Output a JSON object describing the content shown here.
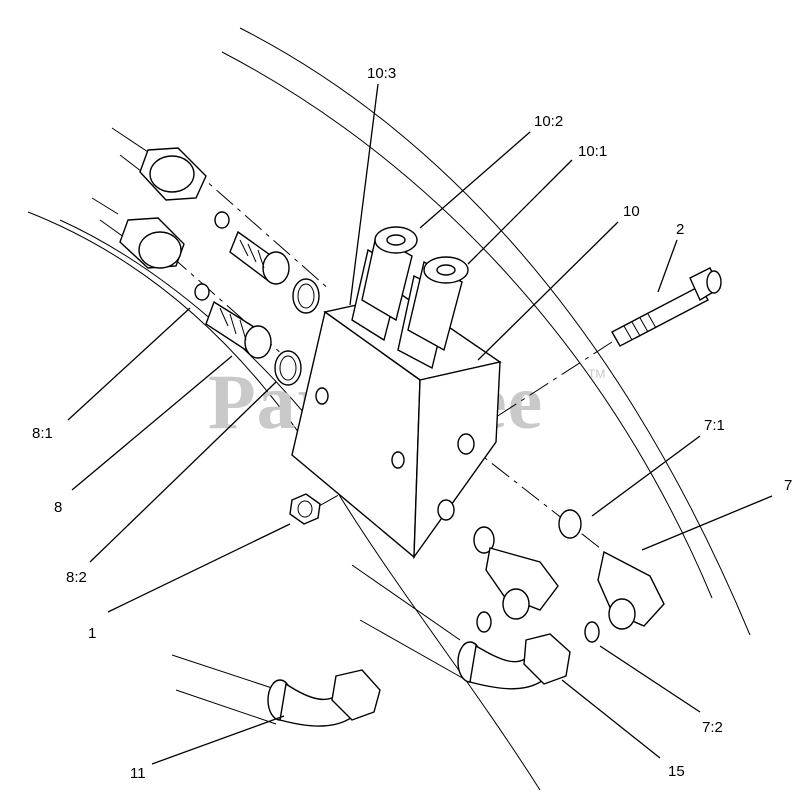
{
  "watermark": {
    "text": "PartsTree",
    "trademark": "TM"
  },
  "callouts": [
    {
      "id": "10-3",
      "label": "10:3"
    },
    {
      "id": "10-2",
      "label": "10:2"
    },
    {
      "id": "10-1",
      "label": "10:1"
    },
    {
      "id": "10",
      "label": "10"
    },
    {
      "id": "2",
      "label": "2"
    },
    {
      "id": "8-1",
      "label": "8:1"
    },
    {
      "id": "8",
      "label": "8"
    },
    {
      "id": "8-2",
      "label": "8:2"
    },
    {
      "id": "1",
      "label": "1"
    },
    {
      "id": "7-1",
      "label": "7:1"
    },
    {
      "id": "7",
      "label": "7"
    },
    {
      "id": "7-2",
      "label": "7:2"
    },
    {
      "id": "11",
      "label": "11"
    },
    {
      "id": "15",
      "label": "15"
    }
  ]
}
